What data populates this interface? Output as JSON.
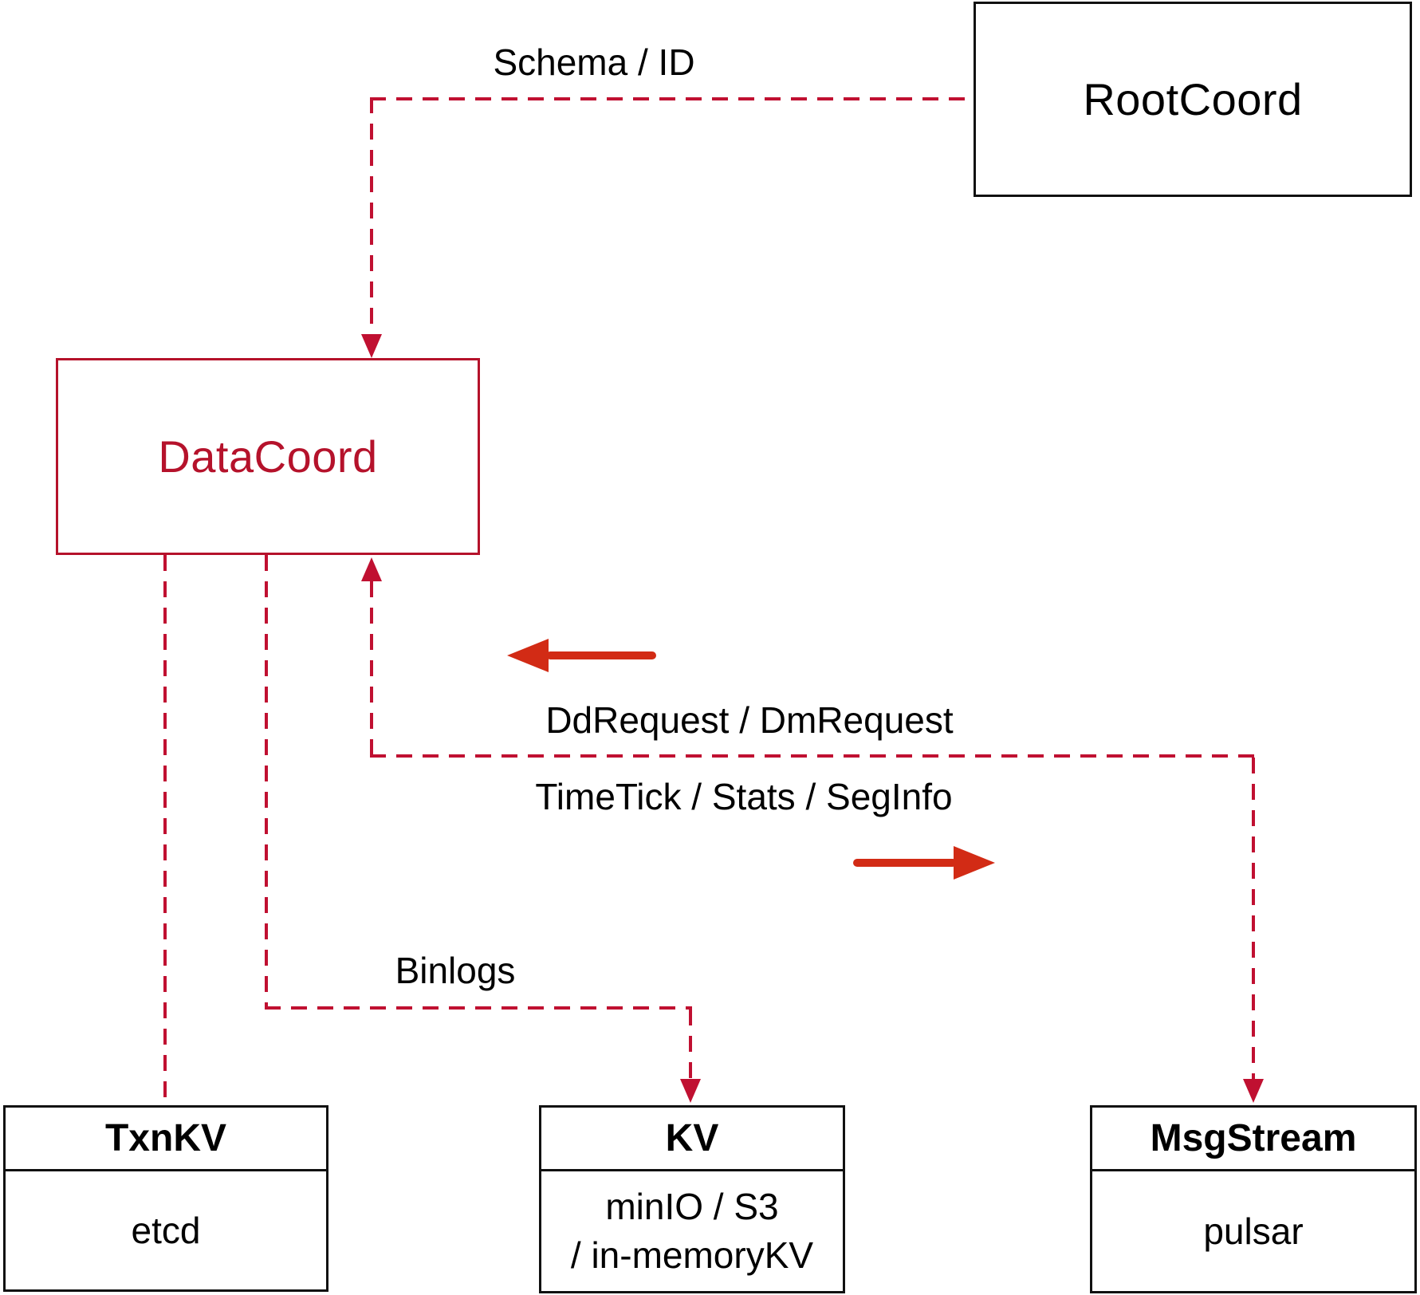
{
  "diagram": {
    "nodes": {
      "rootcoord": {
        "label": "RootCoord"
      },
      "datacoord": {
        "label": "DataCoord"
      },
      "txnkv": {
        "title": "TxnKV",
        "body": "etcd"
      },
      "kv": {
        "title": "KV",
        "body_line1": "minIO / S3",
        "body_line2": "/ in-memoryKV"
      },
      "msgstream": {
        "title": "MsgStream",
        "body": "pulsar"
      }
    },
    "edge_labels": {
      "schema_id": "Schema / ID",
      "dd_dm_request": "DdRequest / DmRequest",
      "timetick_stats_seginfo": "TimeTick / Stats / SegInfo",
      "binlogs": "Binlogs"
    },
    "colors": {
      "dashed_line": "#c01031",
      "datacoord_accent": "#b5122b",
      "solid_arrow": "#d22b15",
      "box_border": "#111111",
      "label_text": "#000000"
    }
  }
}
